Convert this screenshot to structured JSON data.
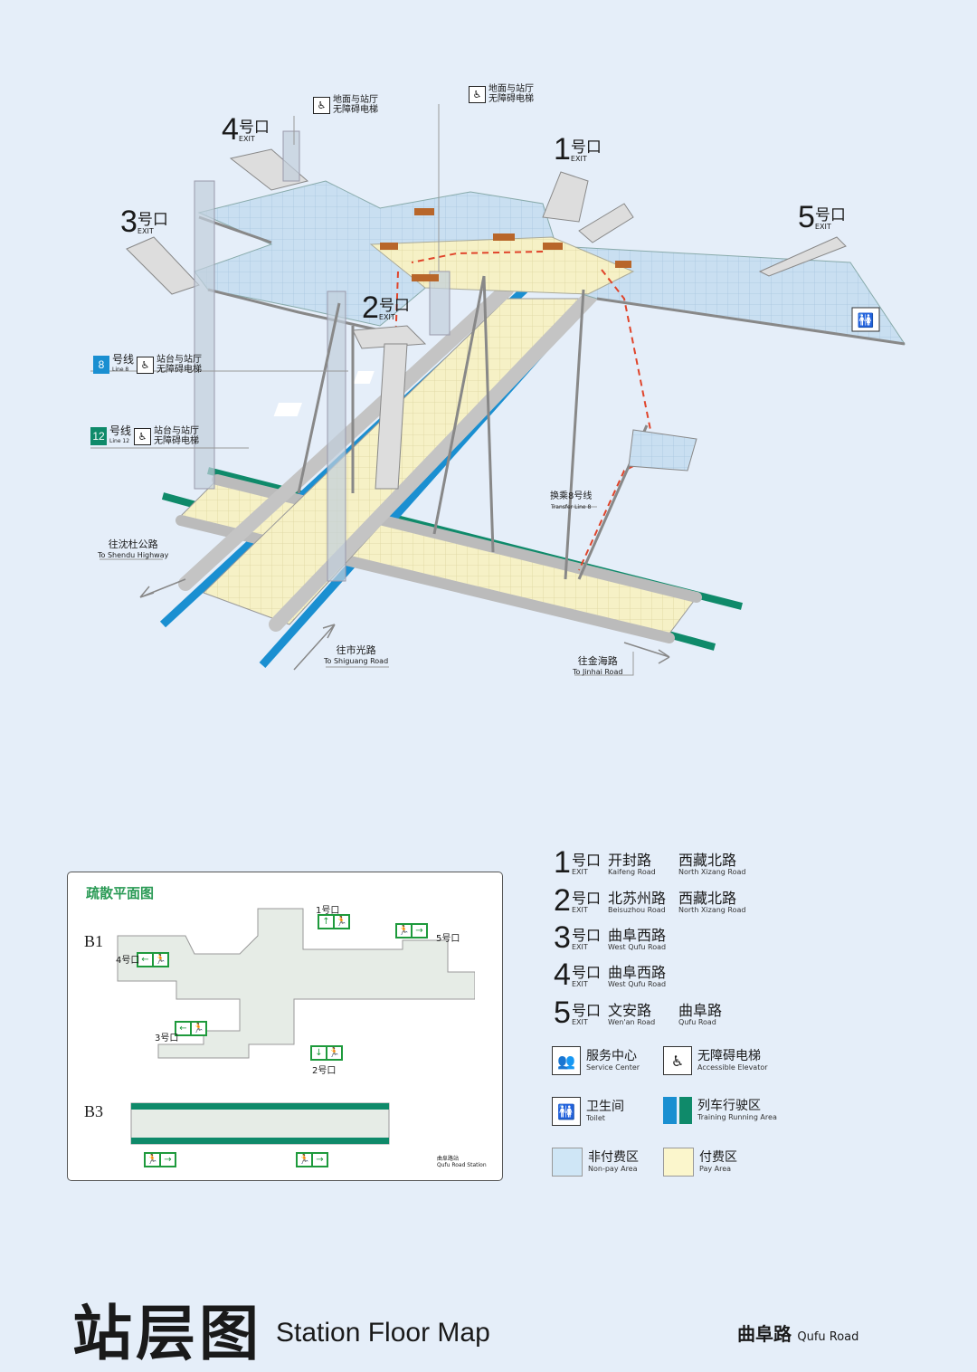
{
  "map": {
    "exits": [
      {
        "num": "1",
        "cn": "号口",
        "en": "EXIT"
      },
      {
        "num": "2",
        "cn": "号口",
        "en": "EXIT"
      },
      {
        "num": "3",
        "cn": "号口",
        "en": "EXIT"
      },
      {
        "num": "4",
        "cn": "号口",
        "en": "EXIT"
      },
      {
        "num": "5",
        "cn": "号口",
        "en": "EXIT"
      }
    ],
    "callouts": {
      "ground_elevator_a": [
        "地面与站厅",
        "无障碍电梯"
      ],
      "ground_elevator_b": [
        "地面与站厅",
        "无障碍电梯"
      ],
      "line8": {
        "num": "8",
        "cn": "号线",
        "en": "Line 8",
        "text": [
          "站台与站厅",
          "无障碍电梯"
        ],
        "color": "#1a8fd1"
      },
      "line12": {
        "num": "12",
        "cn": "号线",
        "en": "Line 12",
        "text": [
          "站台与站厅",
          "无障碍电梯"
        ],
        "color": "#0f8a6a"
      }
    },
    "directions": {
      "shendu": {
        "cn": "往沈杜公路",
        "en": "To Shendu Highway"
      },
      "shiguang": {
        "cn": "往市光路",
        "en": "To Shiguang Road"
      },
      "jinhai": {
        "cn": "往金海路",
        "en": "To Jinhai Road"
      },
      "transfer": {
        "cn": "换乘8号线",
        "en": "Transfer Line 8"
      }
    }
  },
  "evacuation": {
    "title": "疏散平面图",
    "floors": [
      "B1",
      "B3"
    ],
    "exits": [
      "1号口",
      "2号口",
      "3号口",
      "4号口",
      "5号口"
    ],
    "station_label": "曲阜路站",
    "station_label_en": "Qufu Road Station"
  },
  "legend": {
    "exits": [
      {
        "num": "1",
        "cn": "号口",
        "en": "EXIT",
        "road1_cn": "开封路",
        "road1_en": "Kaifeng Road",
        "road2_cn": "西藏北路",
        "road2_en": "North Xizang Road"
      },
      {
        "num": "2",
        "cn": "号口",
        "en": "EXIT",
        "road1_cn": "北苏州路",
        "road1_en": "Beisuzhou Road",
        "road2_cn": "西藏北路",
        "road2_en": "North Xizang Road"
      },
      {
        "num": "3",
        "cn": "号口",
        "en": "EXIT",
        "road1_cn": "曲阜西路",
        "road1_en": "West Qufu Road",
        "road2_cn": "",
        "road2_en": ""
      },
      {
        "num": "4",
        "cn": "号口",
        "en": "EXIT",
        "road1_cn": "曲阜西路",
        "road1_en": "West Qufu Road",
        "road2_cn": "",
        "road2_en": ""
      },
      {
        "num": "5",
        "cn": "号口",
        "en": "EXIT",
        "road1_cn": "文安路",
        "road1_en": "Wen'an Road",
        "road2_cn": "曲阜路",
        "road2_en": "Qufu Road"
      }
    ],
    "symbols": {
      "service": {
        "cn": "服务中心",
        "en": "Service Center"
      },
      "elevator": {
        "cn": "无障碍电梯",
        "en": "Accessible Elevator"
      },
      "toilet": {
        "cn": "卫生间",
        "en": "Toilet"
      },
      "track": {
        "cn": "列车行驶区",
        "en": "Training Running Area"
      },
      "nonpay": {
        "cn": "非付费区",
        "en": "Non-pay Area"
      },
      "pay": {
        "cn": "付费区",
        "en": "Pay Area"
      }
    },
    "colors": {
      "nonpay": "#cfe6f6",
      "pay": "#fbf6cc",
      "track_a": "#1a8fd1",
      "track_b": "#0f8a6a",
      "exit_green": "#1e9a3c"
    }
  },
  "footer": {
    "title_cn": "站层图",
    "title_en": "Station Floor Map",
    "station_cn": "曲阜路",
    "station_en": "Qufu Road"
  }
}
